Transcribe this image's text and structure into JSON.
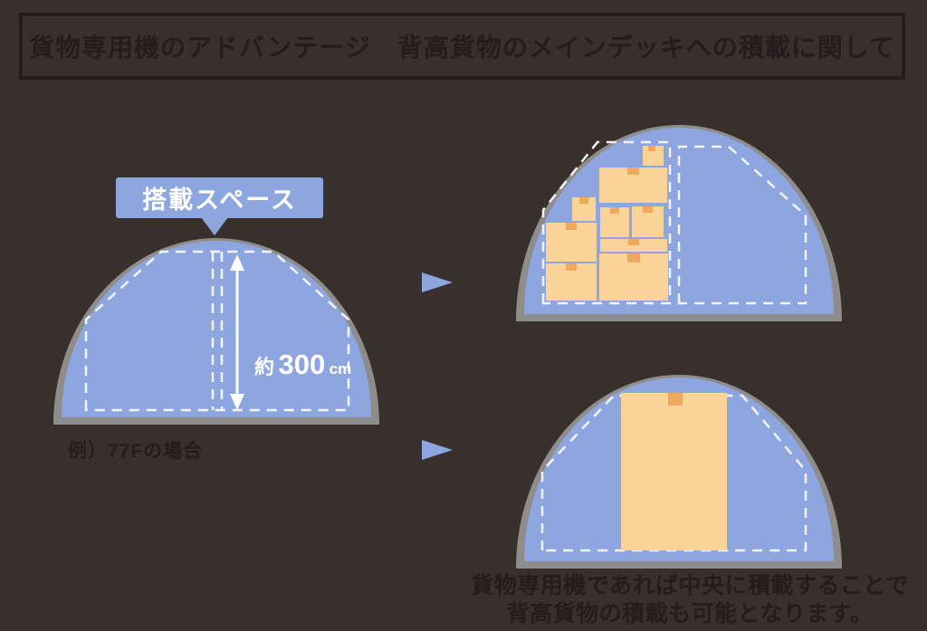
{
  "title": "貨物専用機のアドバンテージ　背高貨物のメインデッキへの積載に関して",
  "space_label": "搭載スペース",
  "dimension": {
    "prefix": "約",
    "value": "300",
    "unit": "cm"
  },
  "example_label": "例）77Fの場合",
  "caption": {
    "line1": "貨物専用機であれば中央に積載することで",
    "line2": "背高貨物の積載も可能となります。"
  },
  "icons": {
    "flow_arrow_top": "right-pointing-triangle",
    "flow_arrow_bottom": "right-pointing-triangle",
    "dimension_arrow": "vertical-double-headed-arrow",
    "callout_tail": "down-pointing-triangle"
  },
  "colors": {
    "background": "#38302d",
    "ink": "#241d1b",
    "dome_blue": "#8ea6e0",
    "rim_gray": "#8f8d8c",
    "dash_white": "#f2f4fa",
    "box_tan": "#f9d398",
    "tape_orange": "#f0a85f",
    "label_text": "#ffffff"
  }
}
